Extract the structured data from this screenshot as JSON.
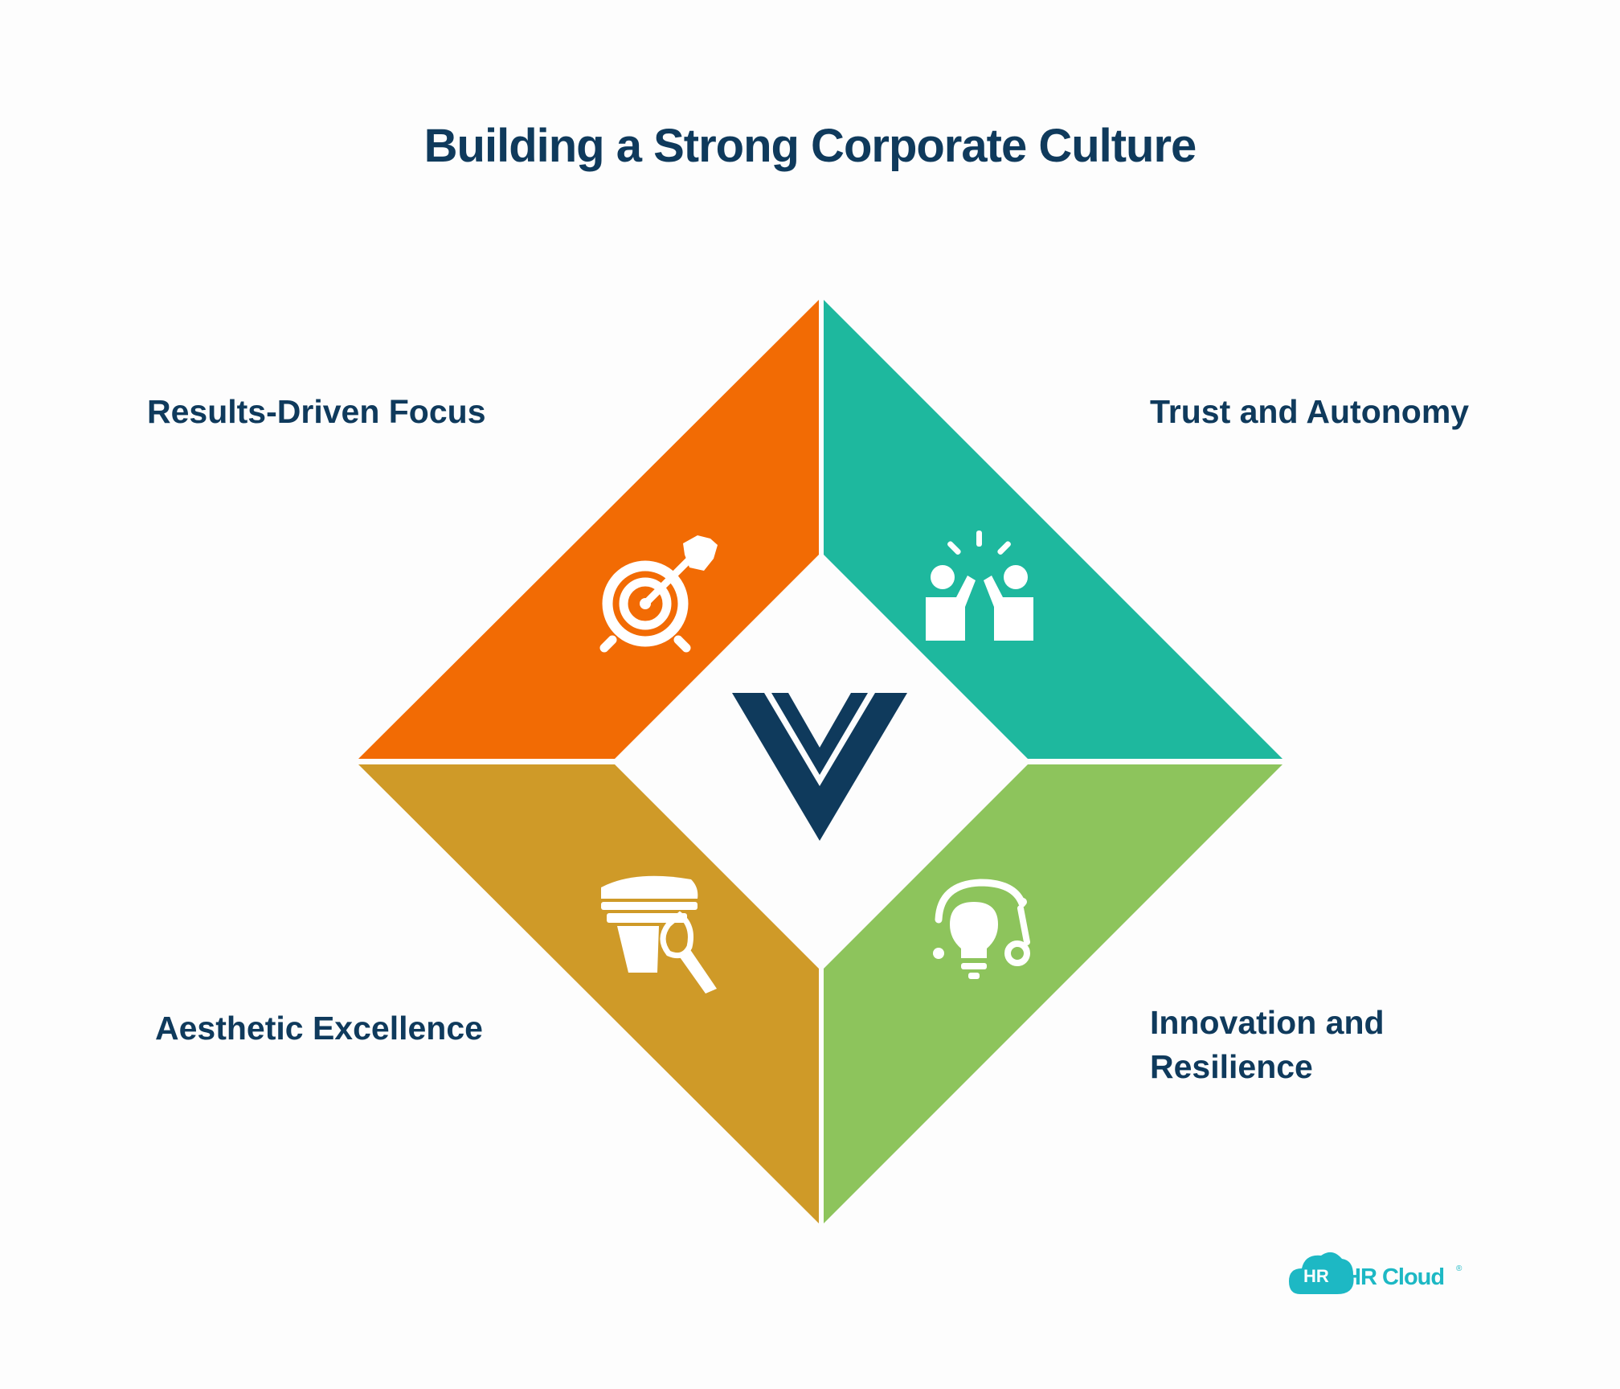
{
  "title": "Building a Strong Corporate Culture",
  "quadrants": [
    {
      "label": "Results-Driven Focus",
      "icon": "target-arrow-icon",
      "color": "#f26b04"
    },
    {
      "label": "Trust and Autonomy",
      "icon": "high-five-icon",
      "color": "#1eb89e"
    },
    {
      "label": "Aesthetic Excellence",
      "icon": "artist-brush-icon",
      "color": "#cf9a28"
    },
    {
      "label_line1": "Innovation and",
      "label_line2": "Resilience",
      "icon": "lightbulb-icon",
      "color": "#8dc45c"
    }
  ],
  "center_icon": "v-logo-icon",
  "center_color": "#0f3a5c",
  "brand": {
    "badge": "HR",
    "name": "HR Cloud",
    "trademark": "®",
    "color": "#1db8c4"
  }
}
